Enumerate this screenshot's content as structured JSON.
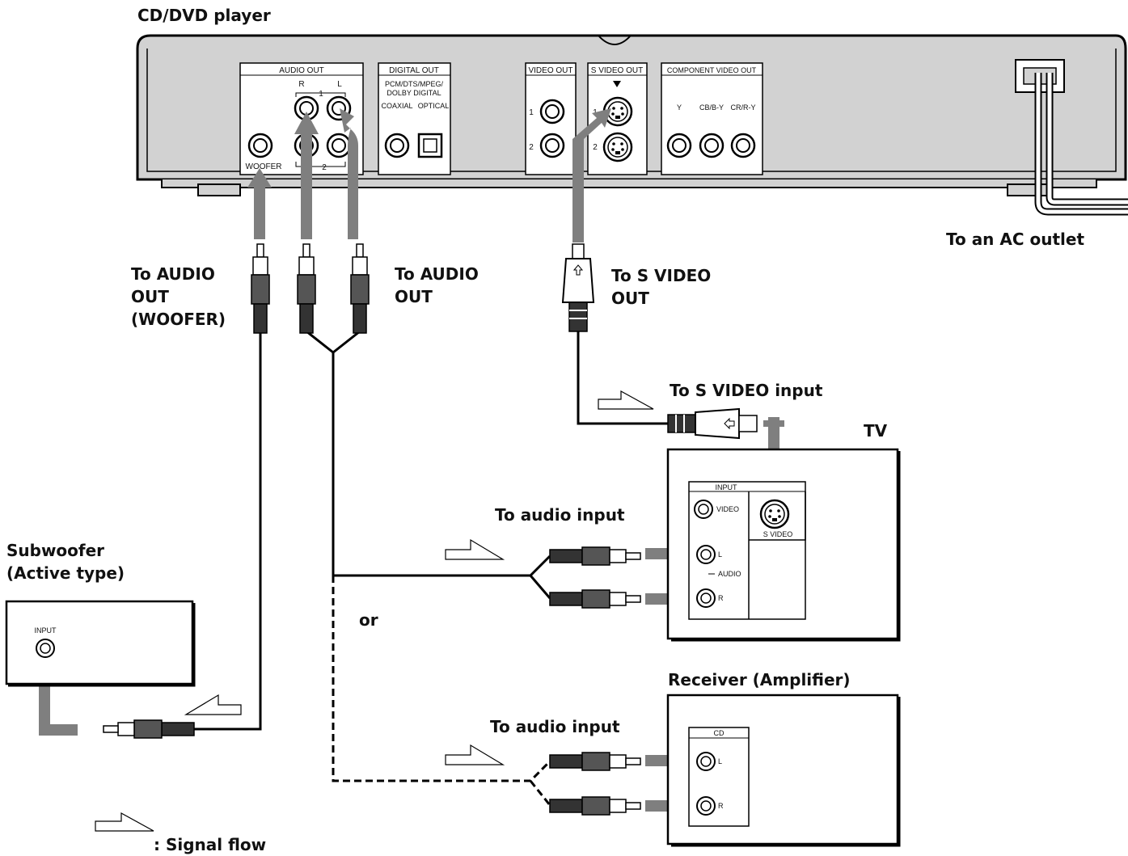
{
  "labels": {
    "player": "CD/DVD player",
    "ac_outlet": "To an AC outlet",
    "woofer_out": [
      "To AUDIO",
      "OUT",
      "(WOOFER)"
    ],
    "audio_out": [
      "To AUDIO",
      "OUT"
    ],
    "svideo_out": [
      "To S VIDEO",
      "OUT"
    ],
    "svideo_input": "To S VIDEO input",
    "tv": "TV",
    "audio_input_tv": "To audio input",
    "audio_input_receiver": "To audio input",
    "subwoofer": [
      "Subwoofer",
      "(Active type)"
    ],
    "or": "or",
    "receiver": "Receiver (Amplifier)",
    "legend": ": Signal flow"
  },
  "panel": {
    "audio_out": "AUDIO OUT",
    "r": "R",
    "l": "L",
    "one": "1",
    "two": "2",
    "woofer": "WOOFER",
    "digital_out": "DIGITAL OUT",
    "pcm_line1": "PCM/DTS/MPEG/",
    "pcm_line2": "DOLBY DIGITAL",
    "coaxial": "COAXIAL",
    "optical": "OPTICAL",
    "video_out": "VIDEO OUT",
    "svideo_out": "S VIDEO OUT",
    "component_out": "COMPONENT VIDEO OUT",
    "y": "Y",
    "cb": "CB/B-Y",
    "cr": "CR/R-Y"
  },
  "tv_panel": {
    "input": "INPUT",
    "video": "VIDEO",
    "svideo": "S VIDEO",
    "l": "L",
    "audio": "AUDIO",
    "r": "R"
  },
  "receiver_panel": {
    "cd": "CD",
    "l": "L",
    "r": "R"
  },
  "sub_panel": {
    "input": "INPUT"
  },
  "colors": {
    "arrow": "#7f7f7f",
    "body": "#d2d2d2",
    "panel": "#ffffff",
    "line": "#000000"
  }
}
